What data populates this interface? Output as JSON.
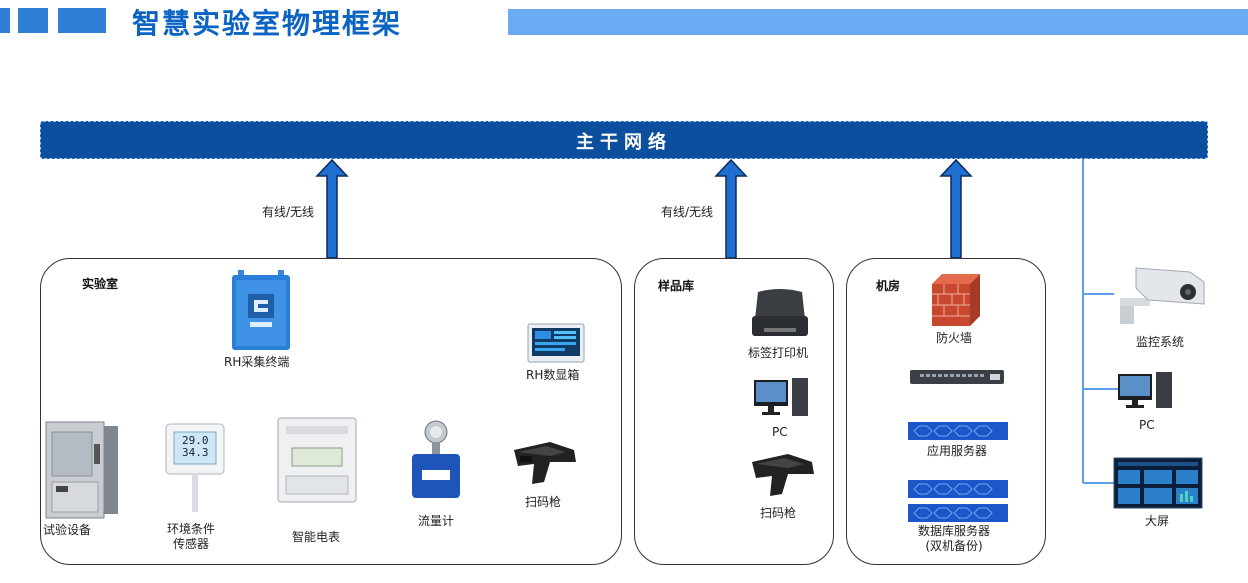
{
  "title": "智慧实验室物理框架",
  "backbone": {
    "label": "主干网络"
  },
  "links": {
    "lab": "有线/无线",
    "sample": "有线/无线"
  },
  "lab": {
    "title": "实验室",
    "terminal": "RH采集终端",
    "display_box": "RH数显箱",
    "scanner": "扫码枪",
    "devices": [
      "试验设备",
      "环境条件\n传感器",
      "智能电表",
      "流量计"
    ],
    "sensor_readings": [
      "29.0",
      "34.3"
    ]
  },
  "sample_store": {
    "title": "样品库",
    "printer": "标签打印机",
    "pc": "PC",
    "scanner": "扫码枪"
  },
  "machine_room": {
    "title": "机房",
    "firewall": "防火墙",
    "app_server": "应用服务器",
    "db_server": "数据库服务器\n(双机备份)"
  },
  "right_side": {
    "monitor": "监控系统",
    "pc": "PC",
    "screen": "大屏"
  },
  "colors": {
    "brand": "#0b4f9e",
    "accent": "#2f7fd6",
    "line_blue": "#2f7fd6"
  }
}
